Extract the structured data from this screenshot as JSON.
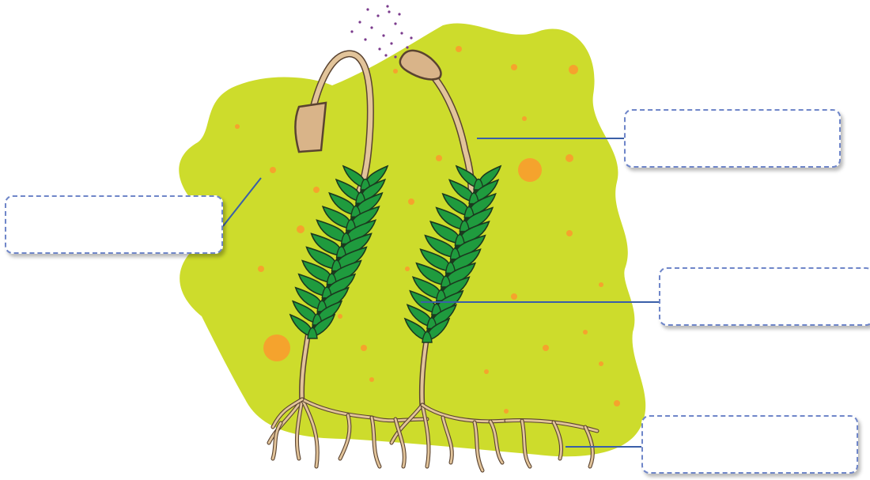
{
  "diagram": {
    "subject": "moss-plant-labelling",
    "colors": {
      "background_blob": "#cddc2c",
      "spot": "#f5a32d",
      "leaf": "#1f9b3e",
      "leaf_outline": "#1b3a1f",
      "stem": "#e2c49a",
      "capsule": "#d9b489",
      "outline": "#5a4330",
      "spores": "#7a3a8c",
      "leader_line": "#3a5fa8",
      "box_border": "#6f86c9"
    },
    "label_boxes": [
      {
        "id": "box-left",
        "text": ""
      },
      {
        "id": "box-top-right",
        "text": ""
      },
      {
        "id": "box-mid-right",
        "text": ""
      },
      {
        "id": "box-bottom-right",
        "text": ""
      }
    ]
  }
}
